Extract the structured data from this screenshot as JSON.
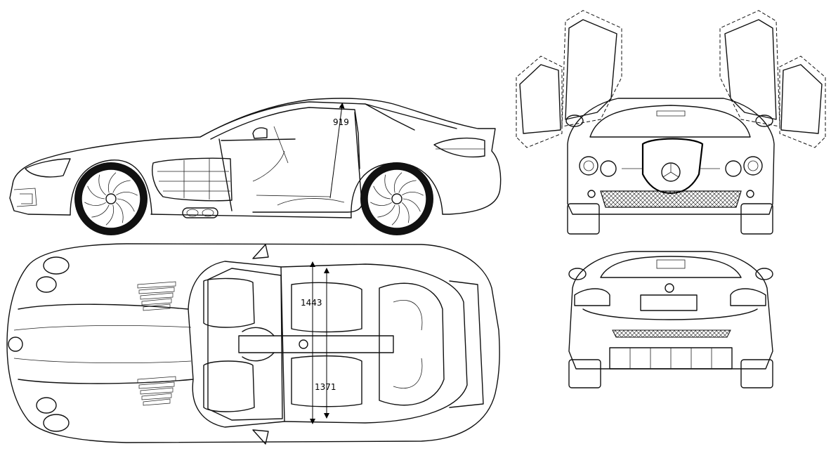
{
  "dimensions": {
    "height": "919",
    "width": "1443",
    "track": "1371"
  }
}
